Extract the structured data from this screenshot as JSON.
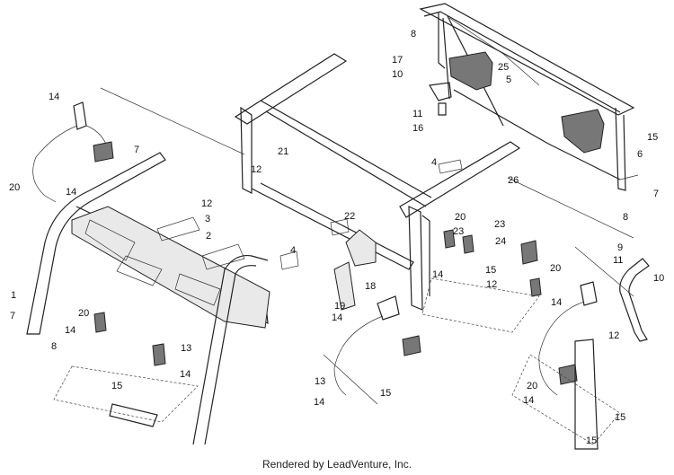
{
  "caption": "Rendered by LeadVenture, Inc.",
  "callouts": [
    {
      "id": "c1",
      "text": "1"
    },
    {
      "id": "c2",
      "text": "2"
    },
    {
      "id": "c3",
      "text": "3"
    },
    {
      "id": "c4a",
      "text": "4"
    },
    {
      "id": "c4b",
      "text": "4"
    },
    {
      "id": "c5",
      "text": "5"
    },
    {
      "id": "c6",
      "text": "6"
    },
    {
      "id": "c7a",
      "text": "7"
    },
    {
      "id": "c7b",
      "text": "7"
    },
    {
      "id": "c7c",
      "text": "7"
    },
    {
      "id": "c8a",
      "text": "8"
    },
    {
      "id": "c8b",
      "text": "8"
    },
    {
      "id": "c8c",
      "text": "8"
    },
    {
      "id": "c9",
      "text": "9"
    },
    {
      "id": "c10a",
      "text": "10"
    },
    {
      "id": "c10b",
      "text": "10"
    },
    {
      "id": "c11a",
      "text": "11"
    },
    {
      "id": "c11b",
      "text": "11"
    },
    {
      "id": "c12a",
      "text": "12"
    },
    {
      "id": "c12b",
      "text": "12"
    },
    {
      "id": "c12c",
      "text": "12"
    },
    {
      "id": "c12d",
      "text": "12"
    },
    {
      "id": "c13a",
      "text": "13"
    },
    {
      "id": "c13b",
      "text": "13"
    },
    {
      "id": "c14a",
      "text": "14"
    },
    {
      "id": "c14b",
      "text": "14"
    },
    {
      "id": "c14c",
      "text": "14"
    },
    {
      "id": "c14d",
      "text": "14"
    },
    {
      "id": "c14e",
      "text": "14"
    },
    {
      "id": "c14f",
      "text": "14"
    },
    {
      "id": "c14g",
      "text": "14"
    },
    {
      "id": "c14h",
      "text": "14"
    },
    {
      "id": "c14i",
      "text": "14"
    },
    {
      "id": "c15a",
      "text": "15"
    },
    {
      "id": "c15b",
      "text": "15"
    },
    {
      "id": "c15c",
      "text": "15"
    },
    {
      "id": "c15d",
      "text": "15"
    },
    {
      "id": "c15e",
      "text": "15"
    },
    {
      "id": "c15f",
      "text": "15"
    },
    {
      "id": "c16",
      "text": "16"
    },
    {
      "id": "c17",
      "text": "17"
    },
    {
      "id": "c18",
      "text": "18"
    },
    {
      "id": "c19",
      "text": "19"
    },
    {
      "id": "c20a",
      "text": "20"
    },
    {
      "id": "c20b",
      "text": "20"
    },
    {
      "id": "c20c",
      "text": "20"
    },
    {
      "id": "c20d",
      "text": "20"
    },
    {
      "id": "c20e",
      "text": "20"
    },
    {
      "id": "c21",
      "text": "21"
    },
    {
      "id": "c22",
      "text": "22"
    },
    {
      "id": "c23a",
      "text": "23"
    },
    {
      "id": "c23b",
      "text": "23"
    },
    {
      "id": "c24",
      "text": "24"
    },
    {
      "id": "c25",
      "text": "25"
    },
    {
      "id": "c26",
      "text": "26"
    }
  ]
}
